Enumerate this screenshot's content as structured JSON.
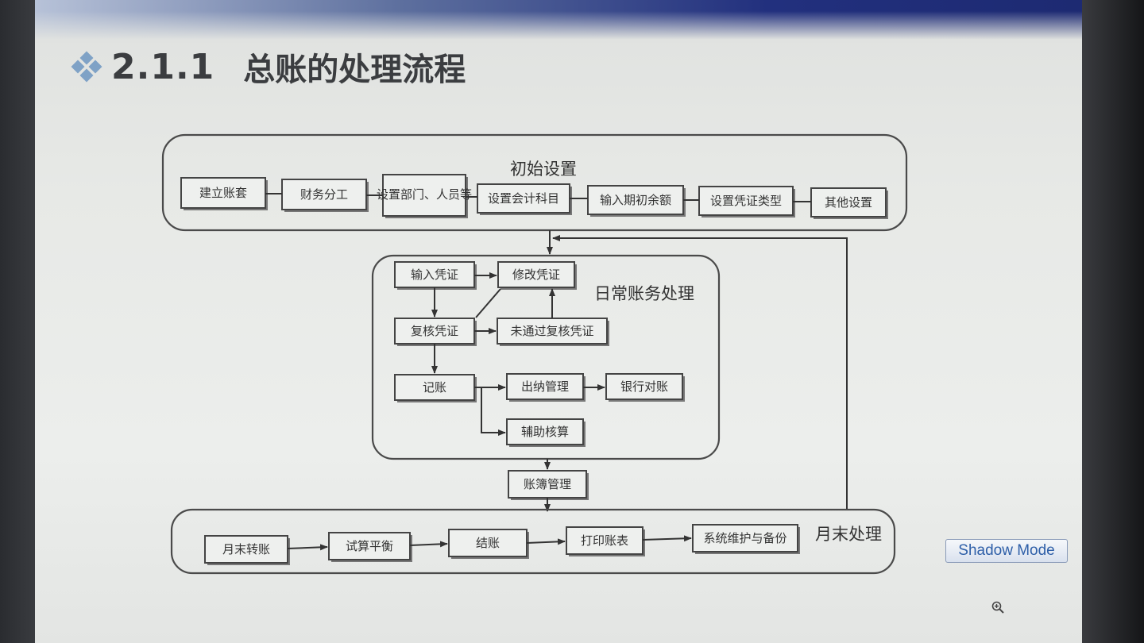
{
  "slide": {
    "title_number": "2.1.1",
    "title_text": "总账的处理流程"
  },
  "diagram": {
    "initial_setup": {
      "label": "初始设置",
      "steps": [
        "建立账套",
        "财务分工",
        "设置部门、人员等",
        "设置会计科目",
        "输入期初余额",
        "设置凭证类型",
        "其他设置"
      ]
    },
    "daily_processing": {
      "label": "日常账务处理",
      "input_voucher": "输入凭证",
      "modify_voucher": "修改凭证",
      "review_voucher": "复核凭证",
      "failed_review": "未通过复核凭证",
      "post": "记账",
      "cashier": "出纳管理",
      "bank_reconcile": "银行对账",
      "auxiliary": "辅助核算"
    },
    "ledger_management": "账簿管理",
    "month_end": {
      "label": "月末处理",
      "steps": [
        "月末转账",
        "试算平衡",
        "结账",
        "打印账表",
        "系统维护与备份"
      ]
    }
  },
  "ui": {
    "shadow_mode_button": "Shadow Mode",
    "zoom_icon": "zoom-in-icon"
  }
}
